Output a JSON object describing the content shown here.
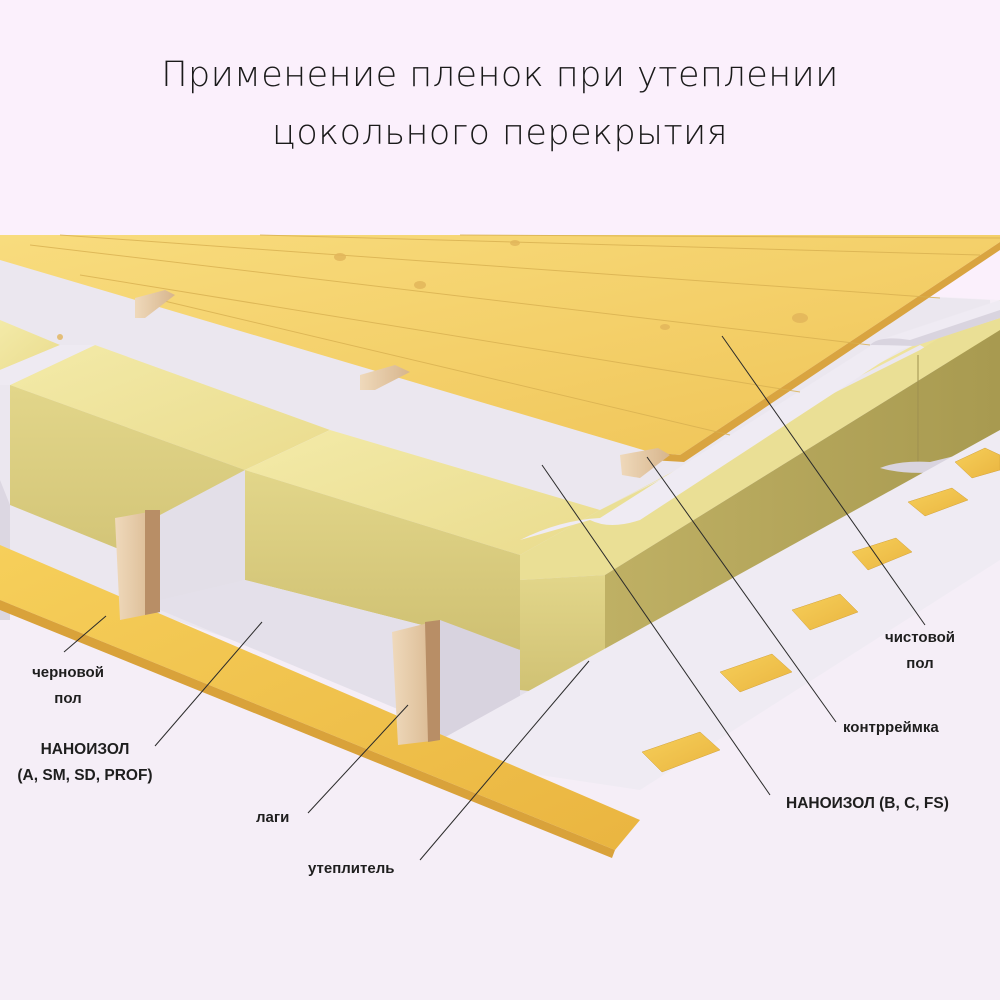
{
  "title": {
    "line1": "Применение пленок при утеплении",
    "line2": "цокольного перекрытия"
  },
  "labels": {
    "rough_floor": {
      "line1": "черновой",
      "line2": "пол"
    },
    "nanoizol_lower": {
      "line1": "НАНОИЗОЛ",
      "line2": "(A, SM, SD, PROF)"
    },
    "joists": "лаги",
    "insulation": "утеплитель",
    "finish_floor": {
      "line1": "чистовой",
      "line2": "пол"
    },
    "counter_batten": "контрреймка",
    "nanoizol_upper": "НАНОИЗОЛ (B, C, FS)"
  },
  "colors": {
    "background": "#fbf0fc",
    "wood_light": "#f6d77a",
    "wood_mid": "#f0c34e",
    "wood_dark": "#d9a23a",
    "insulation_top": "#f1e6a0",
    "insulation_side": "#d9cc7a",
    "insulation_dark": "#b8aa5e",
    "membrane": "#e9e6ee",
    "membrane_shadow": "#cfcbd6",
    "joist_face": "#e8cfae",
    "joist_side": "#b99068",
    "leader": "#2a2a2a"
  }
}
